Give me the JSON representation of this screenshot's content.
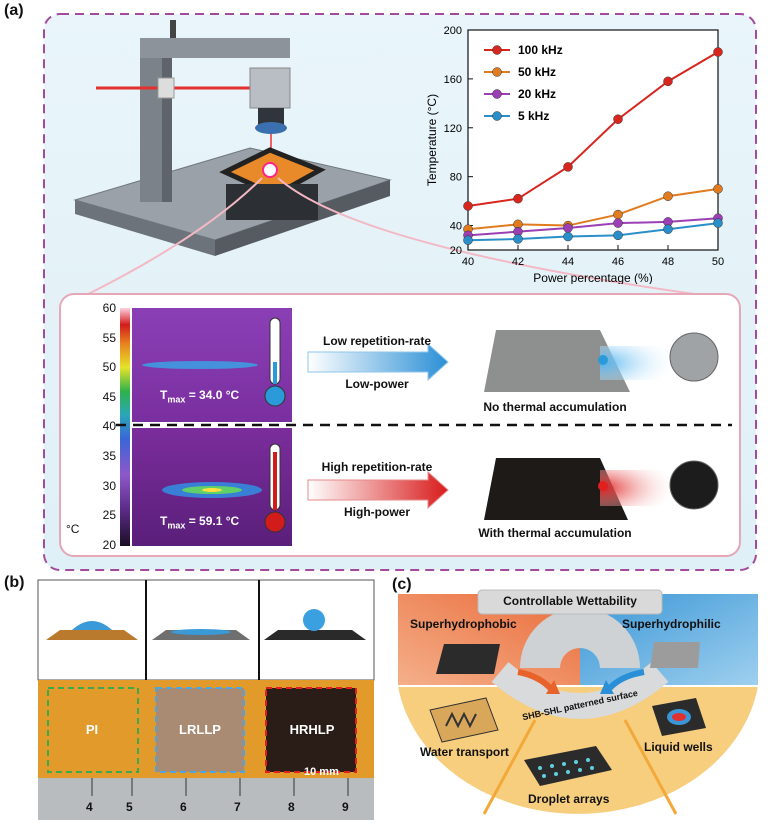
{
  "panel_a": {
    "label": "(a)",
    "chart": {
      "ylabel": "Temperature (°C)",
      "xlabel": "Power percentage (%)",
      "legend": [
        "100 kHz",
        "50 kHz",
        "20 kHz",
        "5 kHz"
      ]
    },
    "thermal_scale": {
      "ticks": [
        "60",
        "55",
        "50",
        "45",
        "40",
        "35",
        "30",
        "25",
        "20"
      ],
      "unit": "°C"
    },
    "top": {
      "tmax_prefix": "T",
      "tmax_sub": "max",
      "tmax_value": " = 34.0 °C",
      "arrow_top": "Low repetition-rate",
      "arrow_bottom": "Low-power",
      "caption": "No thermal accumulation"
    },
    "bottom": {
      "tmax_prefix": "T",
      "tmax_sub": "max",
      "tmax_value": " = 59.1 °C",
      "arrow_top": "High repetition-rate",
      "arrow_bottom": "High-power",
      "caption": "With thermal accumulation"
    }
  },
  "panel_b": {
    "label": "(b)",
    "samples": [
      "PI",
      "LRLLP",
      "HRHLP"
    ],
    "ruler_ticks": [
      "4",
      "5",
      "6",
      "7",
      "8",
      "9"
    ],
    "scale_bar": "10 mm"
  },
  "panel_c": {
    "label": "(c)",
    "title": "Controllable  Wettability",
    "left": "Superhydrophobic",
    "right": "Superhydrophilic",
    "arc_text": "SHB-SHL patterned surface",
    "apps": [
      "Water transport",
      "Droplet arrays",
      "Liquid wells"
    ]
  },
  "chart_data": {
    "type": "line",
    "x": [
      40,
      42,
      44,
      46,
      48,
      50
    ],
    "xlim": [
      40,
      50
    ],
    "ylim": [
      20,
      200
    ],
    "yticks": [
      20,
      40,
      80,
      120,
      160,
      200
    ],
    "xlabel": "Power percentage (%)",
    "ylabel": "Temperature (°C)",
    "legend_position": "top-left",
    "series": [
      {
        "name": "100 kHz",
        "color": "#d7261e",
        "values": [
          56,
          62,
          88,
          127,
          158,
          182
        ]
      },
      {
        "name": "50 kHz",
        "color": "#e07b1f",
        "values": [
          37,
          41,
          40,
          49,
          64,
          70
        ]
      },
      {
        "name": "20 kHz",
        "color": "#9b3fb5",
        "values": [
          32,
          35,
          38,
          42,
          43,
          46
        ]
      },
      {
        "name": "5 kHz",
        "color": "#2a8fc9",
        "values": [
          28,
          29,
          31,
          32,
          37,
          42
        ]
      }
    ]
  }
}
